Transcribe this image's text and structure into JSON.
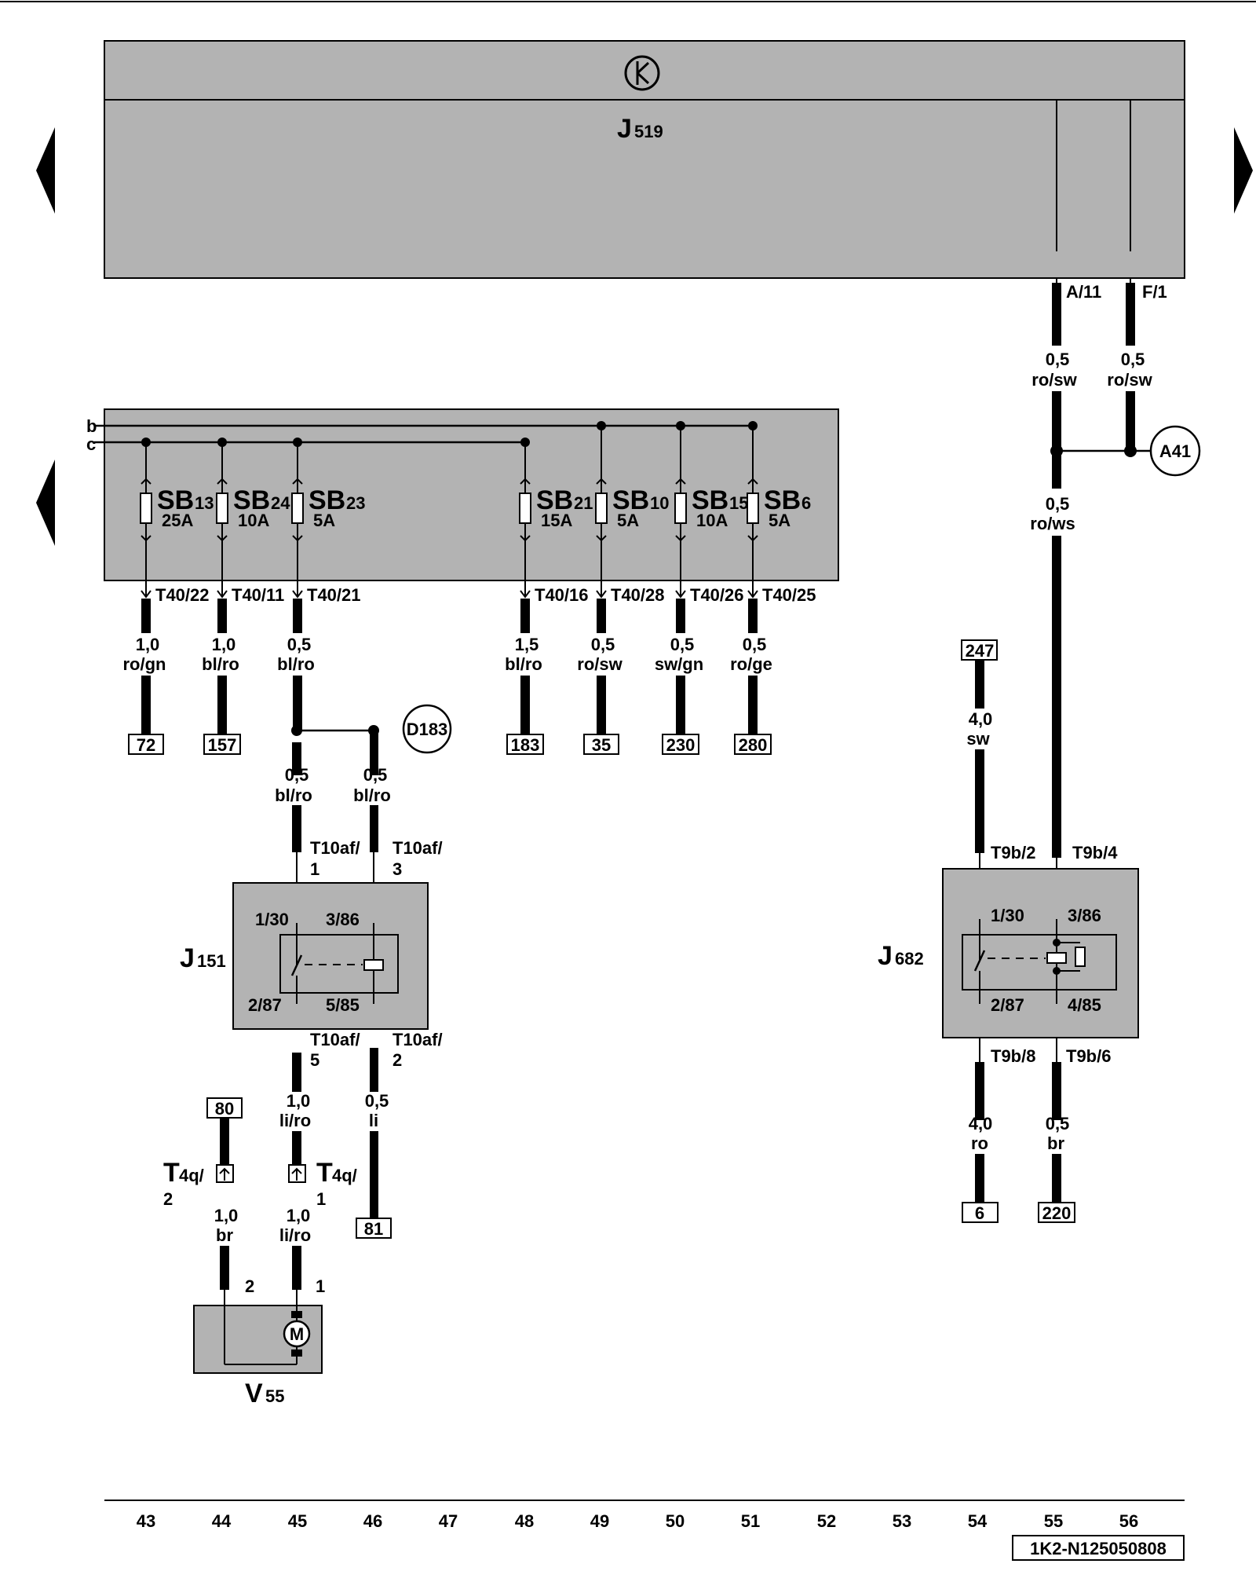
{
  "top_unit": {
    "designation": "J",
    "index": "519"
  },
  "fuse_bus": {
    "rail_labels": [
      "b",
      "c"
    ],
    "fuses": [
      {
        "name": "SB",
        "index": "13",
        "rating": "25A",
        "terminal": "T40/22",
        "wire_size": "1,0",
        "wire_color": "ro/gn",
        "ref": "72"
      },
      {
        "name": "SB",
        "index": "24",
        "rating": "10A",
        "terminal": "T40/11",
        "wire_size": "1,0",
        "wire_color": "bl/ro",
        "ref": "157"
      },
      {
        "name": "SB",
        "index": "23",
        "rating": "5A",
        "terminal": "T40/21",
        "wire_size": "0,5",
        "wire_color": "bl/ro",
        "ref": ""
      },
      {
        "name": "SB",
        "index": "21",
        "rating": "15A",
        "terminal": "T40/16",
        "wire_size": "1,5",
        "wire_color": "bl/ro",
        "ref": "183"
      },
      {
        "name": "SB",
        "index": "10",
        "rating": "5A",
        "terminal": "T40/28",
        "wire_size": "0,5",
        "wire_color": "ro/sw",
        "ref": "35"
      },
      {
        "name": "SB",
        "index": "15",
        "rating": "10A",
        "terminal": "T40/26",
        "wire_size": "0,5",
        "wire_color": "sw/gn",
        "ref": "230"
      },
      {
        "name": "SB",
        "index": "6",
        "rating": "5A",
        "terminal": "T40/25",
        "wire_size": "0,5",
        "wire_color": "ro/ge",
        "ref": "280"
      }
    ]
  },
  "splice_d183": {
    "label": "D183",
    "left_wire_size": "0,5",
    "left_wire_color": "bl/ro",
    "right_wire_size": "0,5",
    "right_wire_color": "bl/ro"
  },
  "relay_j151": {
    "designation": "J",
    "index": "151",
    "conn_top_left": "T10af/",
    "conn_top_left_pin": "1",
    "conn_top_right": "T10af/",
    "conn_top_right_pin": "3",
    "pin_1": "1/30",
    "pin_3": "3/86",
    "pin_2": "2/87",
    "pin_5": "5/85",
    "conn_bot_left": "T10af/",
    "conn_bot_left_pin": "5",
    "conn_bot_right": "T10af/",
    "conn_bot_right_pin": "2",
    "out_left_size": "1,0",
    "out_left_color": "li/ro",
    "out_right_size": "0,5",
    "out_right_color": "li",
    "out_right_ref": "81"
  },
  "motor_v55": {
    "designation": "V",
    "index": "55",
    "ref_80": "80",
    "conn_left": "T",
    "conn_left_index": "4q/",
    "conn_left_pin": "2",
    "conn_right": "T",
    "conn_right_index": "4q/",
    "conn_right_pin": "1",
    "wire_left_size": "1,0",
    "wire_left_color": "br",
    "wire_right_size": "1,0",
    "wire_right_color": "li/ro",
    "pin_left": "2",
    "pin_right": "1",
    "motor_symbol": "M"
  },
  "right_branch": {
    "term_a": "A/11",
    "term_f": "F/1",
    "wire_a_size": "0,5",
    "wire_a_color": "ro/sw",
    "wire_f_size": "0,5",
    "wire_f_color": "ro/sw",
    "splice_label": "A41",
    "wire_down_size": "0,5",
    "wire_down_color": "ro/ws"
  },
  "relay_j682": {
    "designation": "J",
    "index": "682",
    "ref_247": "247",
    "in_size": "4,0",
    "in_color": "sw",
    "conn_top_left": "T9b/2",
    "conn_top_right": "T9b/4",
    "pin_1": "1/30",
    "pin_3": "3/86",
    "pin_2": "2/87",
    "pin_4": "4/85",
    "conn_bot_left": "T9b/8",
    "conn_bot_right": "T9b/6",
    "out_left_size": "4,0",
    "out_left_color": "ro",
    "out_right_size": "0,5",
    "out_right_color": "br",
    "ref_6": "6",
    "ref_220": "220"
  },
  "axis": {
    "numbers": [
      "43",
      "44",
      "45",
      "46",
      "47",
      "48",
      "49",
      "50",
      "51",
      "52",
      "53",
      "54",
      "55",
      "56"
    ]
  },
  "diagram_code": "1K2-N125050808"
}
